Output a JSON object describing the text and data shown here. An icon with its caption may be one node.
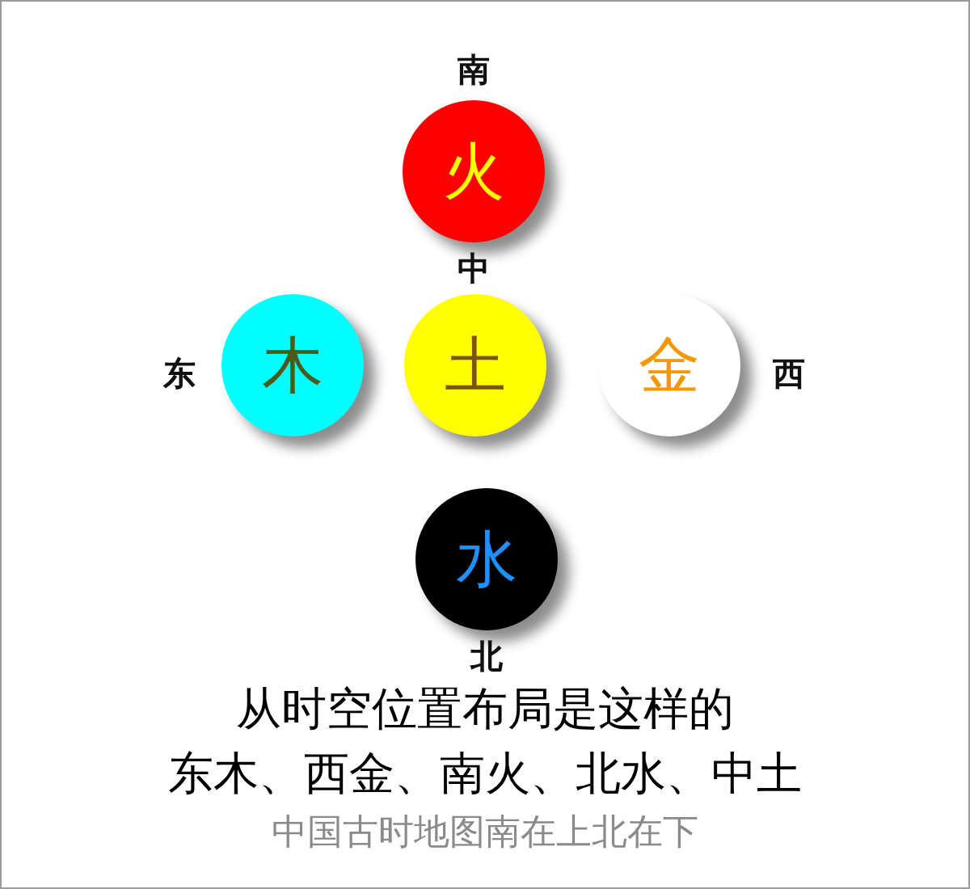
{
  "diagram": {
    "nodes": [
      {
        "text": [
          "火"
        ],
        "beside": [
          "南"
        ]
      },
      {
        "text": [
          "木"
        ],
        "beside": [
          "东"
        ]
      },
      {
        "text": [
          "土"
        ],
        "beside": [
          "中"
        ]
      },
      {
        "text": [
          "金"
        ],
        "beside": [
          "西"
        ]
      },
      {
        "text": [
          "水"
        ],
        "beside": [
          "北"
        ]
      }
    ],
    "labels": [
      "从时空位置布局是这样的",
      "东木、西金、南火、北水、中土",
      "中国古时地图南在上北在下"
    ]
  }
}
